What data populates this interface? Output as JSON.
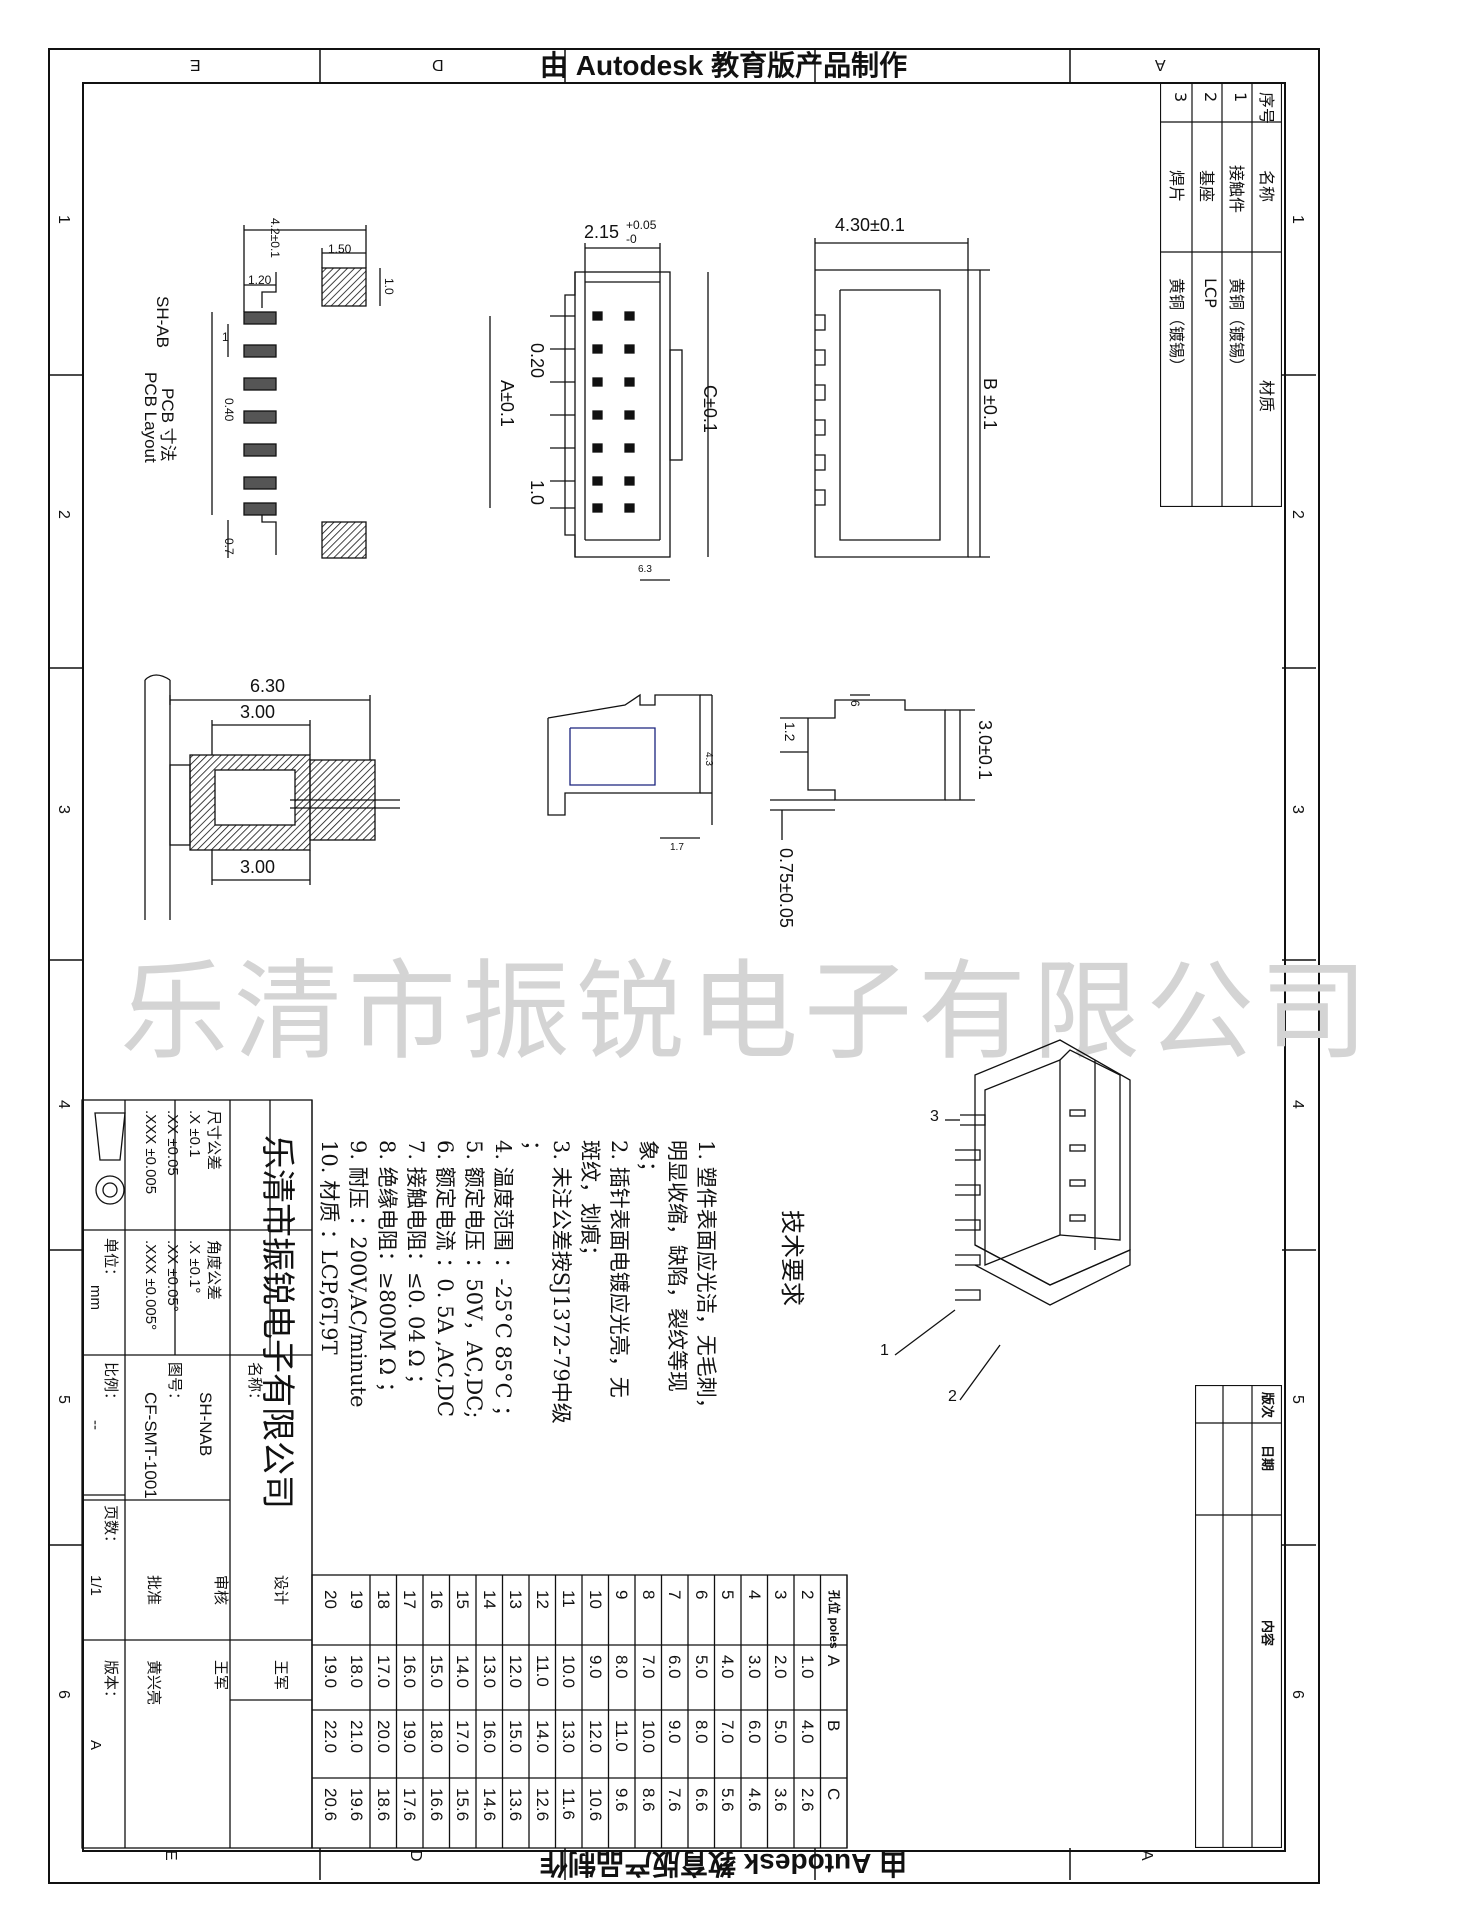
{
  "banner": {
    "text": "由 Autodesk 教育版产品制作"
  },
  "zones": {
    "letters": [
      "E",
      "D",
      "A"
    ],
    "numbers": [
      "1",
      "2",
      "3",
      "4",
      "5",
      "6"
    ]
  },
  "watermark": "乐清市振锐电子有限公司",
  "parts_table": {
    "headers": [
      "序号",
      "名称",
      "材质"
    ],
    "rows": [
      {
        "no": "1",
        "name": "接触件",
        "material": "黄铜（镀锡）"
      },
      {
        "no": "2",
        "name": "基座",
        "material": "LCP"
      },
      {
        "no": "3",
        "name": "焊片",
        "material": "黄铜（镀锡）"
      }
    ]
  },
  "revision_table": {
    "headers": [
      "版次",
      "日期",
      "内容"
    ]
  },
  "dims": {
    "d1": "4.2±0.1",
    "d2": "1.50",
    "d3": "1.20",
    "d4": "1.0",
    "d5": "1",
    "d6": "0.40",
    "d7": "0.7",
    "pcb1": "SH-AB",
    "pcb2": "PCB 寸法",
    "pcb3": "PCB Layout",
    "d8": "2.15",
    "d8tol": "+0.05",
    "d8tol2": "-0",
    "d9": "0.20",
    "d10": "A±0.1",
    "d11": "C±0.1",
    "d12": "1.0",
    "d13": "6.3",
    "d14": "4.30±0.1",
    "d15": "B ±0.1",
    "d16": "6.30",
    "d17": "3.00",
    "d18": "3.00",
    "d19": "4.3",
    "d20": "1.7",
    "d21": "6",
    "d22": "1.2",
    "d23": "3.0±0.1",
    "d24": "0.75±0.05",
    "iso1": "3",
    "iso2": "1",
    "iso3": "2"
  },
  "tech": {
    "title": "技术要求",
    "lines": [
      "1. 塑件表面应光洁，无毛刺，",
      "明显收缩，缺陷，裂纹等现",
      "象；",
      "2. 插针表面电镀应光亮，无",
      "斑纹，划痕；",
      "3. 未注公差按SJ1372-79中级",
      "；",
      "4. 温度范围 ：-25°C  85°C ；",
      "5. 额定电压 ：50V，AC,DC;",
      "6. 额定电流 ：0. 5A ,AC,DC",
      "7. 接触电阻：≤0. 04 Ω ；",
      "8. 绝缘电阻：≥800M Ω ；",
      "9. 耐压 ：200V,AC/minute",
      "10. 材质 ：LCP,6T,9T"
    ]
  },
  "title_block": {
    "company": "乐清市振锐电子有限公司",
    "tol_header": "尺寸公差",
    "tol": [
      ".X   ±0.1",
      ".XX   ±0.05",
      ".XXX  ±0.005"
    ],
    "ang_header": "角度公差",
    "ang": [
      ".X   ±0.1°",
      ".XX   ±0.05°",
      ".XXX  ±0.005°"
    ],
    "unit_label": "单位：",
    "unit": "mm",
    "name_label": "名称：",
    "name": "SH-NAB",
    "dwg_label": "图号：",
    "dwg": "CF-SMT-1001",
    "scale_label": "比例：",
    "scale": "--",
    "page_label": "页数：",
    "page": "1/1",
    "design_label": "设计",
    "design": "王军",
    "review_label": "审核",
    "review": "王军",
    "approve_label": "批准",
    "approve": "黄兴亮",
    "version_label": "版本：",
    "version": "A"
  },
  "size_table": {
    "header": [
      "孔位 poles",
      "A",
      "B",
      "C"
    ],
    "rows": [
      [
        "2",
        "1.0",
        "4.0",
        "2.6"
      ],
      [
        "3",
        "2.0",
        "5.0",
        "3.6"
      ],
      [
        "4",
        "3.0",
        "6.0",
        "4.6"
      ],
      [
        "5",
        "4.0",
        "7.0",
        "5.6"
      ],
      [
        "6",
        "5.0",
        "8.0",
        "6.6"
      ],
      [
        "7",
        "6.0",
        "9.0",
        "7.6"
      ],
      [
        "8",
        "7.0",
        "10.0",
        "8.6"
      ],
      [
        "9",
        "8.0",
        "11.0",
        "9.6"
      ],
      [
        "10",
        "9.0",
        "12.0",
        "10.6"
      ],
      [
        "11",
        "10.0",
        "13.0",
        "11.6"
      ],
      [
        "12",
        "11.0",
        "14.0",
        "12.6"
      ],
      [
        "13",
        "12.0",
        "15.0",
        "13.6"
      ],
      [
        "14",
        "13.0",
        "16.0",
        "14.6"
      ],
      [
        "15",
        "14.0",
        "17.0",
        "15.6"
      ],
      [
        "16",
        "15.0",
        "18.0",
        "16.6"
      ],
      [
        "17",
        "16.0",
        "19.0",
        "17.6"
      ],
      [
        "18",
        "17.0",
        "20.0",
        "18.6"
      ],
      [
        "19",
        "18.0",
        "21.0",
        "19.6"
      ],
      [
        "20",
        "19.0",
        "22.0",
        "20.6"
      ]
    ]
  }
}
